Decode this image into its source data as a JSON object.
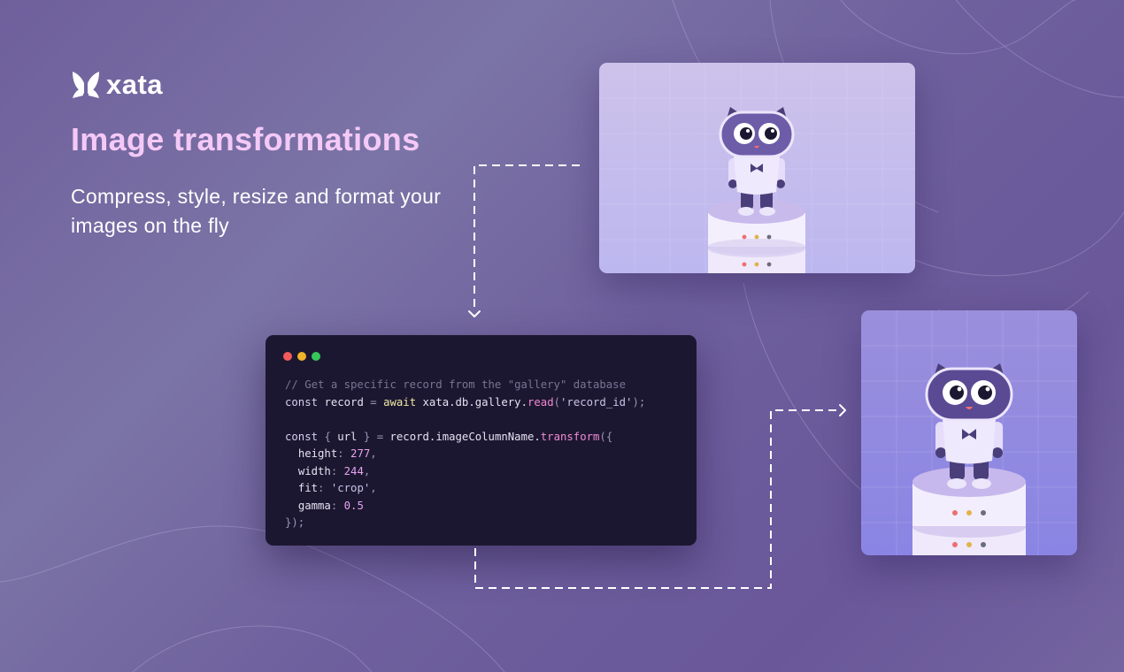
{
  "brand": {
    "name": "xata",
    "logo_icon": "butterfly-icon"
  },
  "headline": "Image transformations",
  "subheadline": "Compress, style, resize and format your images on the fly",
  "colors": {
    "headline": "#f4c9f7",
    "code_background": "#1c1730",
    "accent_pink": "#f08ad6",
    "arrow": "#ffffff"
  },
  "code": {
    "comment": "// Get a specific record from the \"gallery\" database",
    "line1": {
      "kw_const": "const",
      "var_record": "record",
      "op_eq": "=",
      "kw_await": "await",
      "chain": "xata.db.gallery.",
      "fn_read": "read",
      "paren_open": "(",
      "str_record_id": "'record_id'",
      "paren_close": ");"
    },
    "line3": {
      "kw_const": "const",
      "brace_open": "{",
      "var_url": "url",
      "brace_close": "}",
      "op_eq": "=",
      "chain": "record.imageColumnName.",
      "fn_transform": "transform",
      "call_open": "({"
    },
    "props": [
      {
        "key": "height",
        "colon": ":",
        "value": "277",
        "comma": ","
      },
      {
        "key": "width",
        "colon": ":",
        "value": "244",
        "comma": ","
      },
      {
        "key": "fit",
        "colon": ":",
        "value": "'crop'",
        "comma": ","
      },
      {
        "key": "gamma",
        "colon": ":",
        "value": "0.5",
        "comma": ""
      }
    ],
    "close": "});"
  },
  "images": {
    "original": {
      "subject": "mascot-cat-on-database-icon"
    },
    "transformed": {
      "subject": "mascot-cat-on-database-icon"
    }
  }
}
